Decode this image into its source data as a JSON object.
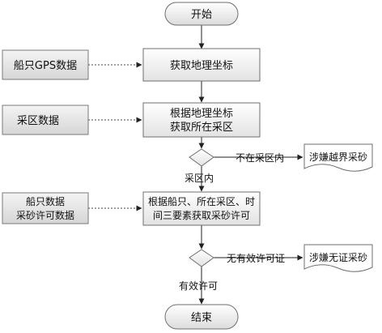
{
  "nodes": {
    "start": "开始",
    "get_coords": "获取地理坐标",
    "get_area_line1": "根据地理坐标",
    "get_area_line2": "获取所在采区",
    "judge_line1": "根据船只、所在采区、时",
    "judge_line2": "间三要素获取采砂许可",
    "end": "结束"
  },
  "sources": {
    "ship_gps": "船只GPS数据",
    "mining_area": "采区数据",
    "ship_line1": "船只数据",
    "ship_line2": "采砂许可数据"
  },
  "decisions": {
    "area_no": "不在采区内",
    "area_yes": "采区内",
    "permit_no": "无有效许可证",
    "permit_yes": "有效许可"
  },
  "outcomes": {
    "cross_border": "涉嫌越界采砂",
    "no_permit": "涉嫌无证采砂"
  }
}
